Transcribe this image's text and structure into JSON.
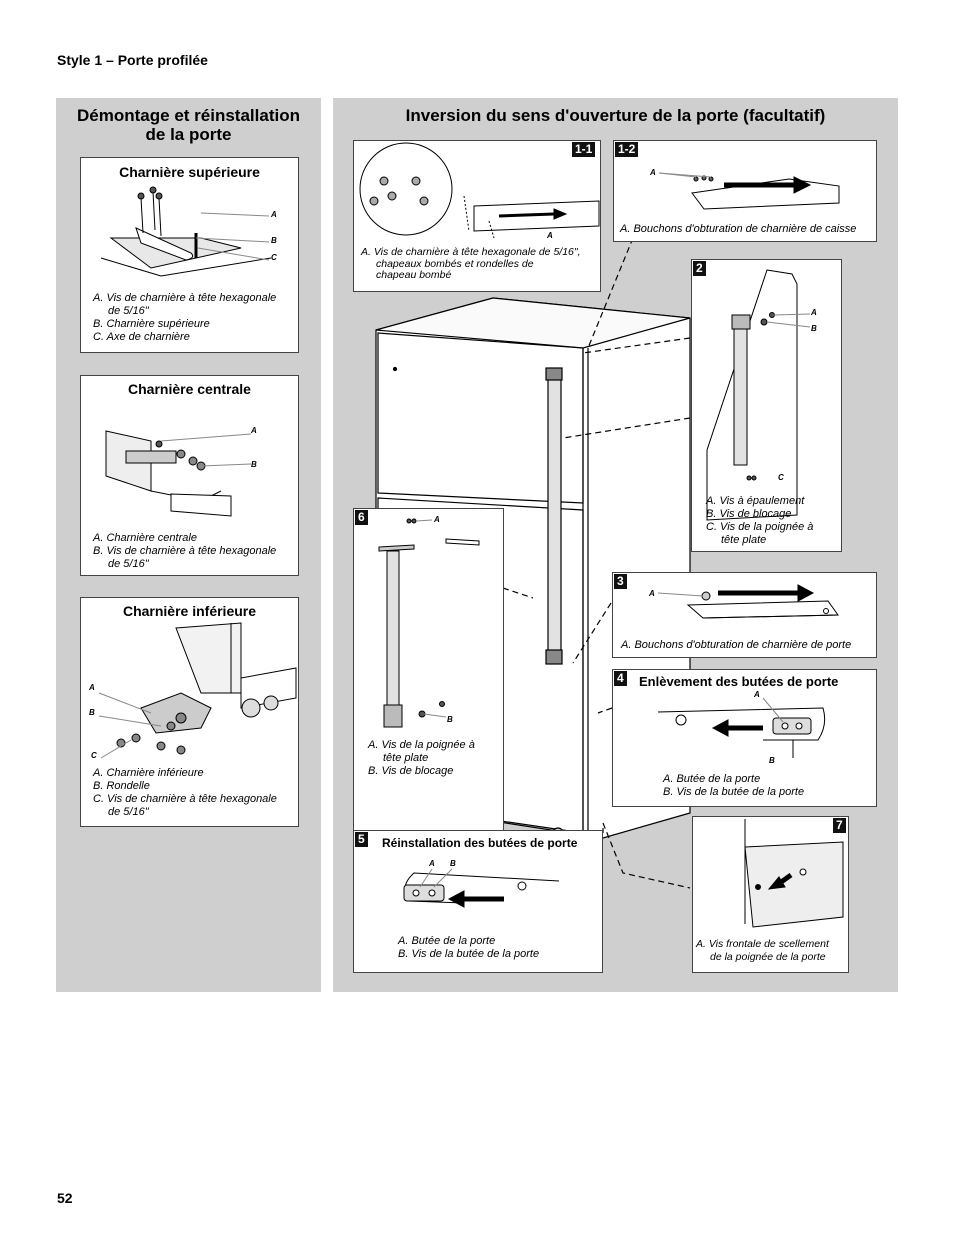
{
  "header": {
    "style_title": "Style 1 – Porte profilée"
  },
  "footer": {
    "page_number": "52"
  },
  "left_panel": {
    "title_line1": "Démontage et réinstallation",
    "title_line2": "de la porte",
    "upper_hinge": {
      "title": "Charnière supérieure",
      "labels": [
        "A",
        "B",
        "C"
      ],
      "captions": [
        "A. Vis de charnière à tête hexagonale",
        "de 5/16\"",
        "B. Charnière supérieure",
        "C. Axe de charnière"
      ]
    },
    "center_hinge": {
      "title": "Charnière centrale",
      "labels": [
        "A",
        "B"
      ],
      "captions": [
        "A. Charnière centrale",
        "B. Vis de charnière à tête hexagonale",
        "de 5/16\""
      ]
    },
    "lower_hinge": {
      "title": "Charnière inférieure",
      "labels": [
        "A",
        "B",
        "C"
      ],
      "captions": [
        "A. Charnière inférieure",
        "B. Rondelle",
        "C. Vis de charnière à tête hexagonale",
        "de 5/16\""
      ]
    }
  },
  "right_panel": {
    "title": "Inversion du sens d'ouverture de la porte (facultatif)",
    "step_1_1": {
      "badge": "1-1",
      "label": "A",
      "captions": [
        "A. Vis de charnière à tête hexagonale de 5/16\",",
        "chapeaux bombés et rondelles de",
        "chapeau bombé"
      ]
    },
    "step_1_2": {
      "badge": "1-2",
      "label": "A",
      "caption": "A. Bouchons d'obturation de charnière de caisse"
    },
    "step_2": {
      "badge": "2",
      "labels": [
        "A",
        "B",
        "C"
      ],
      "captions": [
        "A. Vis à épaulement",
        "B. Vis de blocage",
        "C. Vis de la poignée à",
        "tête plate"
      ]
    },
    "step_3": {
      "badge": "3",
      "label": "A",
      "caption": "A. Bouchons d'obturation de charnière de porte"
    },
    "step_4": {
      "badge": "4",
      "title": "Enlèvement des butées de porte",
      "labels": [
        "A",
        "B"
      ],
      "captions": [
        "A. Butée de la porte",
        "B. Vis de la butée de la porte"
      ]
    },
    "step_5": {
      "badge": "5",
      "title": "Réinstallation des butées de porte",
      "labels": [
        "A",
        "B"
      ],
      "captions": [
        "A. Butée de la porte",
        "B. Vis de la butée de la porte"
      ]
    },
    "step_6": {
      "badge": "6",
      "labels": [
        "A",
        "B"
      ],
      "captions": [
        "A. Vis de la poignée à",
        "tête plate",
        "B. Vis de blocage"
      ]
    },
    "step_7": {
      "badge": "7",
      "captions": [
        "A. Vis frontale de scellement",
        "de la poignée de la porte"
      ]
    }
  }
}
